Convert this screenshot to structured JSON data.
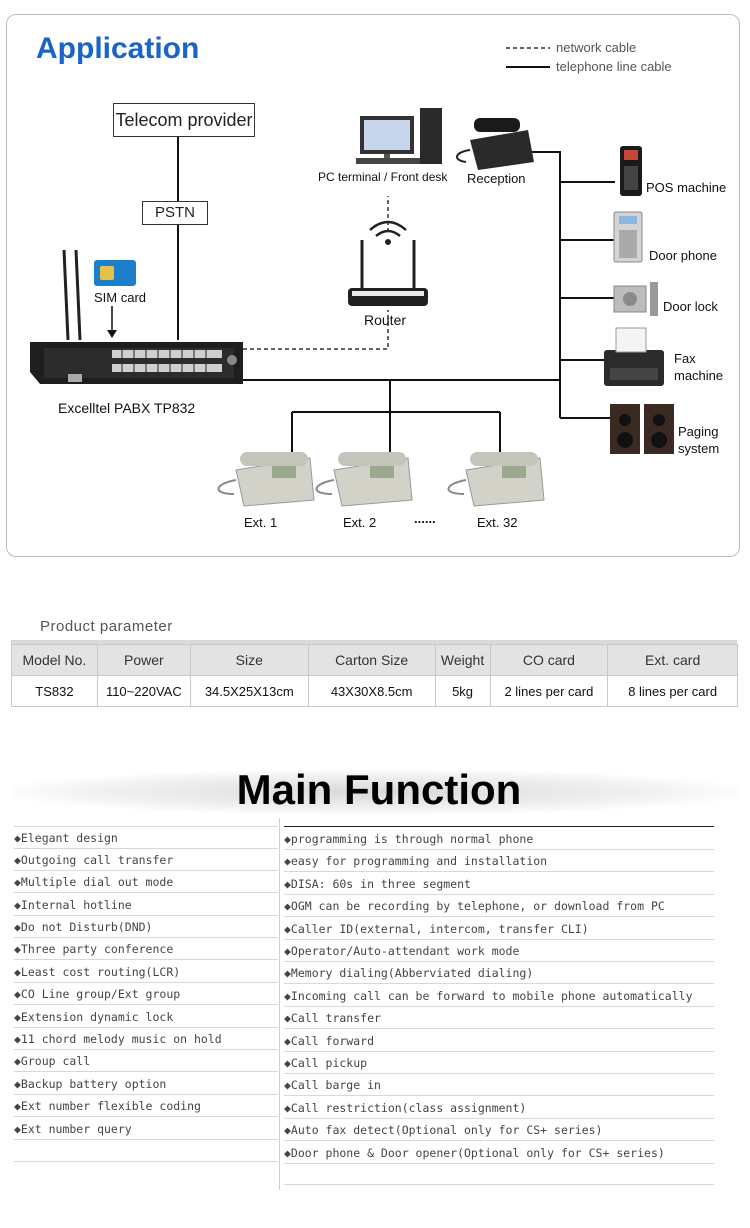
{
  "application": {
    "title": "Application",
    "legend": {
      "network": "network cable",
      "telephone": "telephone line cable"
    },
    "labels": {
      "telecom": "Telecom provider",
      "pstn": "PSTN",
      "sim": "SIM card",
      "pabx": "Excelltel PABX TP832",
      "pc": "PC terminal / Front desk",
      "reception": "Reception",
      "router": "Router",
      "pos": "POS machine",
      "door_phone": "Door phone",
      "door_lock": "Door lock",
      "fax": "Fax\nmachine",
      "paging": "Paging\nsystem",
      "ext1": "Ext. 1",
      "ext2": "Ext. 2",
      "dots": "......",
      "ext32": "Ext. 32"
    }
  },
  "product_parameter": {
    "title": "Product parameter",
    "headers": [
      "Model No.",
      "Power",
      "Size",
      "Carton Size",
      "Weight",
      "CO card",
      "Ext. card"
    ],
    "rows": [
      [
        "TS832",
        "110~220VAC",
        "34.5X25X13cm",
        "43X30X8.5cm",
        "5kg",
        "2 lines per card",
        "8 lines per card"
      ]
    ]
  },
  "main_function": {
    "title": "Main Function",
    "left": [
      "◆Elegant design",
      "◆Outgoing call transfer",
      "◆Multiple dial out mode",
      "◆Internal hotline",
      "◆Do not Disturb(DND)",
      "◆Three party conference",
      "◆Least cost routing(LCR)",
      "◆CO Line group/Ext group",
      "◆Extension dynamic lock",
      "◆11 chord melody music on hold",
      "◆Group call",
      "◆Backup battery option",
      "◆Ext number flexible coding",
      "◆Ext number query",
      ""
    ],
    "right": [
      "◆programming is through normal phone",
      "◆easy for programming and installation",
      "◆DISA: 60s in three segment",
      "◆OGM can be recording by telephone, or download from PC",
      "◆Caller ID(external, intercom, transfer CLI)",
      "◆Operator/Auto-attendant work mode",
      "◆Memory dialing(Abberviated dialing)",
      "◆Incoming call can be forward to mobile phone automatically",
      "◆Call transfer",
      "◆Call forward",
      "◆Call pickup",
      "◆Call barge in",
      "◆Call restriction(class assignment)",
      "◆Auto fax detect(Optional only for CS+ series)",
      "◆Door phone & Door opener(Optional only for CS+ series)"
    ]
  }
}
